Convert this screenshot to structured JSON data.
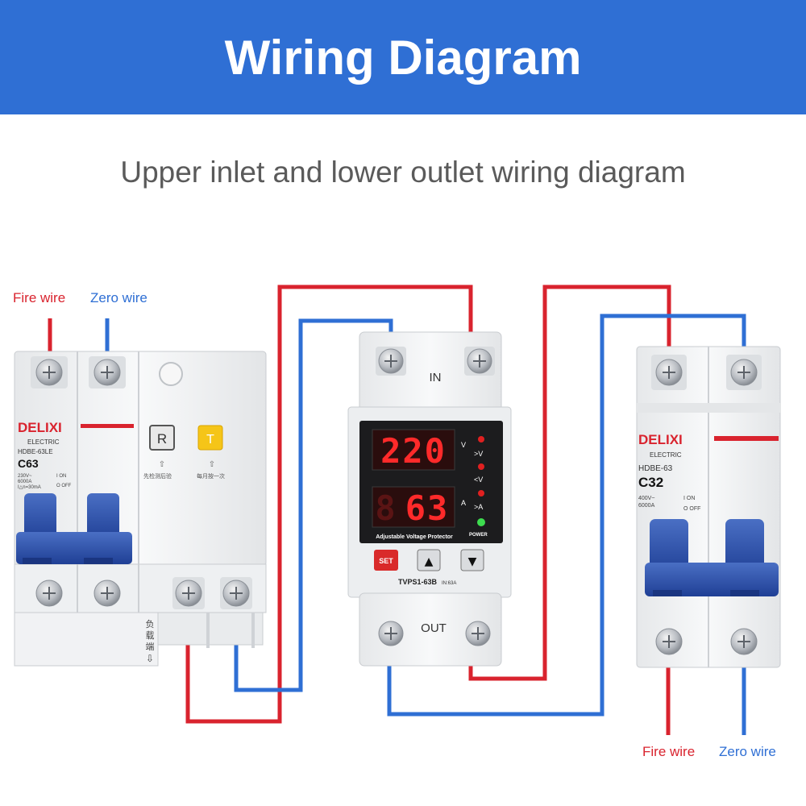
{
  "header": {
    "title": "Wiring Diagram"
  },
  "subtitle": "Upper inlet and lower outlet wiring diagram",
  "colors": {
    "banner": "#2f6fd4",
    "fire_wire": "#d9232e",
    "zero_wire": "#2f6fd4"
  },
  "input_labels": {
    "fire": "Fire wire",
    "zero": "Zero wire"
  },
  "output_labels": {
    "fire": "Fire wire",
    "zero": "Zero wire"
  },
  "left_breaker": {
    "brand": "DELIXI",
    "brand_sub": "ELECTRIC",
    "model": "HDBE-63LE",
    "rating": "C63",
    "specs": [
      "230V~",
      "6000A",
      "I△n=30mA"
    ],
    "onoff": [
      "I ON",
      "O OFF"
    ],
    "test_r": "R",
    "test_t": "T",
    "note_r": "先检测后验",
    "note_t": "每月按一次",
    "load_label": [
      "负",
      "载",
      "端",
      "⇩"
    ]
  },
  "protector": {
    "in_label": "IN",
    "out_label": "OUT",
    "voltage": "220",
    "current": "63",
    "unit_v": "V",
    "unit_a": "A",
    "ind_over_v": ">V",
    "ind_under_v": "<V",
    "ind_over_a": ">A",
    "power": "POWER",
    "name": "Adjustable Voltage Protector",
    "set": "SET",
    "up": "▲",
    "down": "▼",
    "model": "TVPS1-63B",
    "in_rating": "IN:63A"
  },
  "right_breaker": {
    "brand": "DELIXI",
    "brand_sub": "ELECTRIC",
    "model": "HDBE-63",
    "rating": "C32",
    "specs": [
      "400V~",
      "6000A"
    ],
    "onoff": [
      "I ON",
      "O OFF"
    ]
  }
}
